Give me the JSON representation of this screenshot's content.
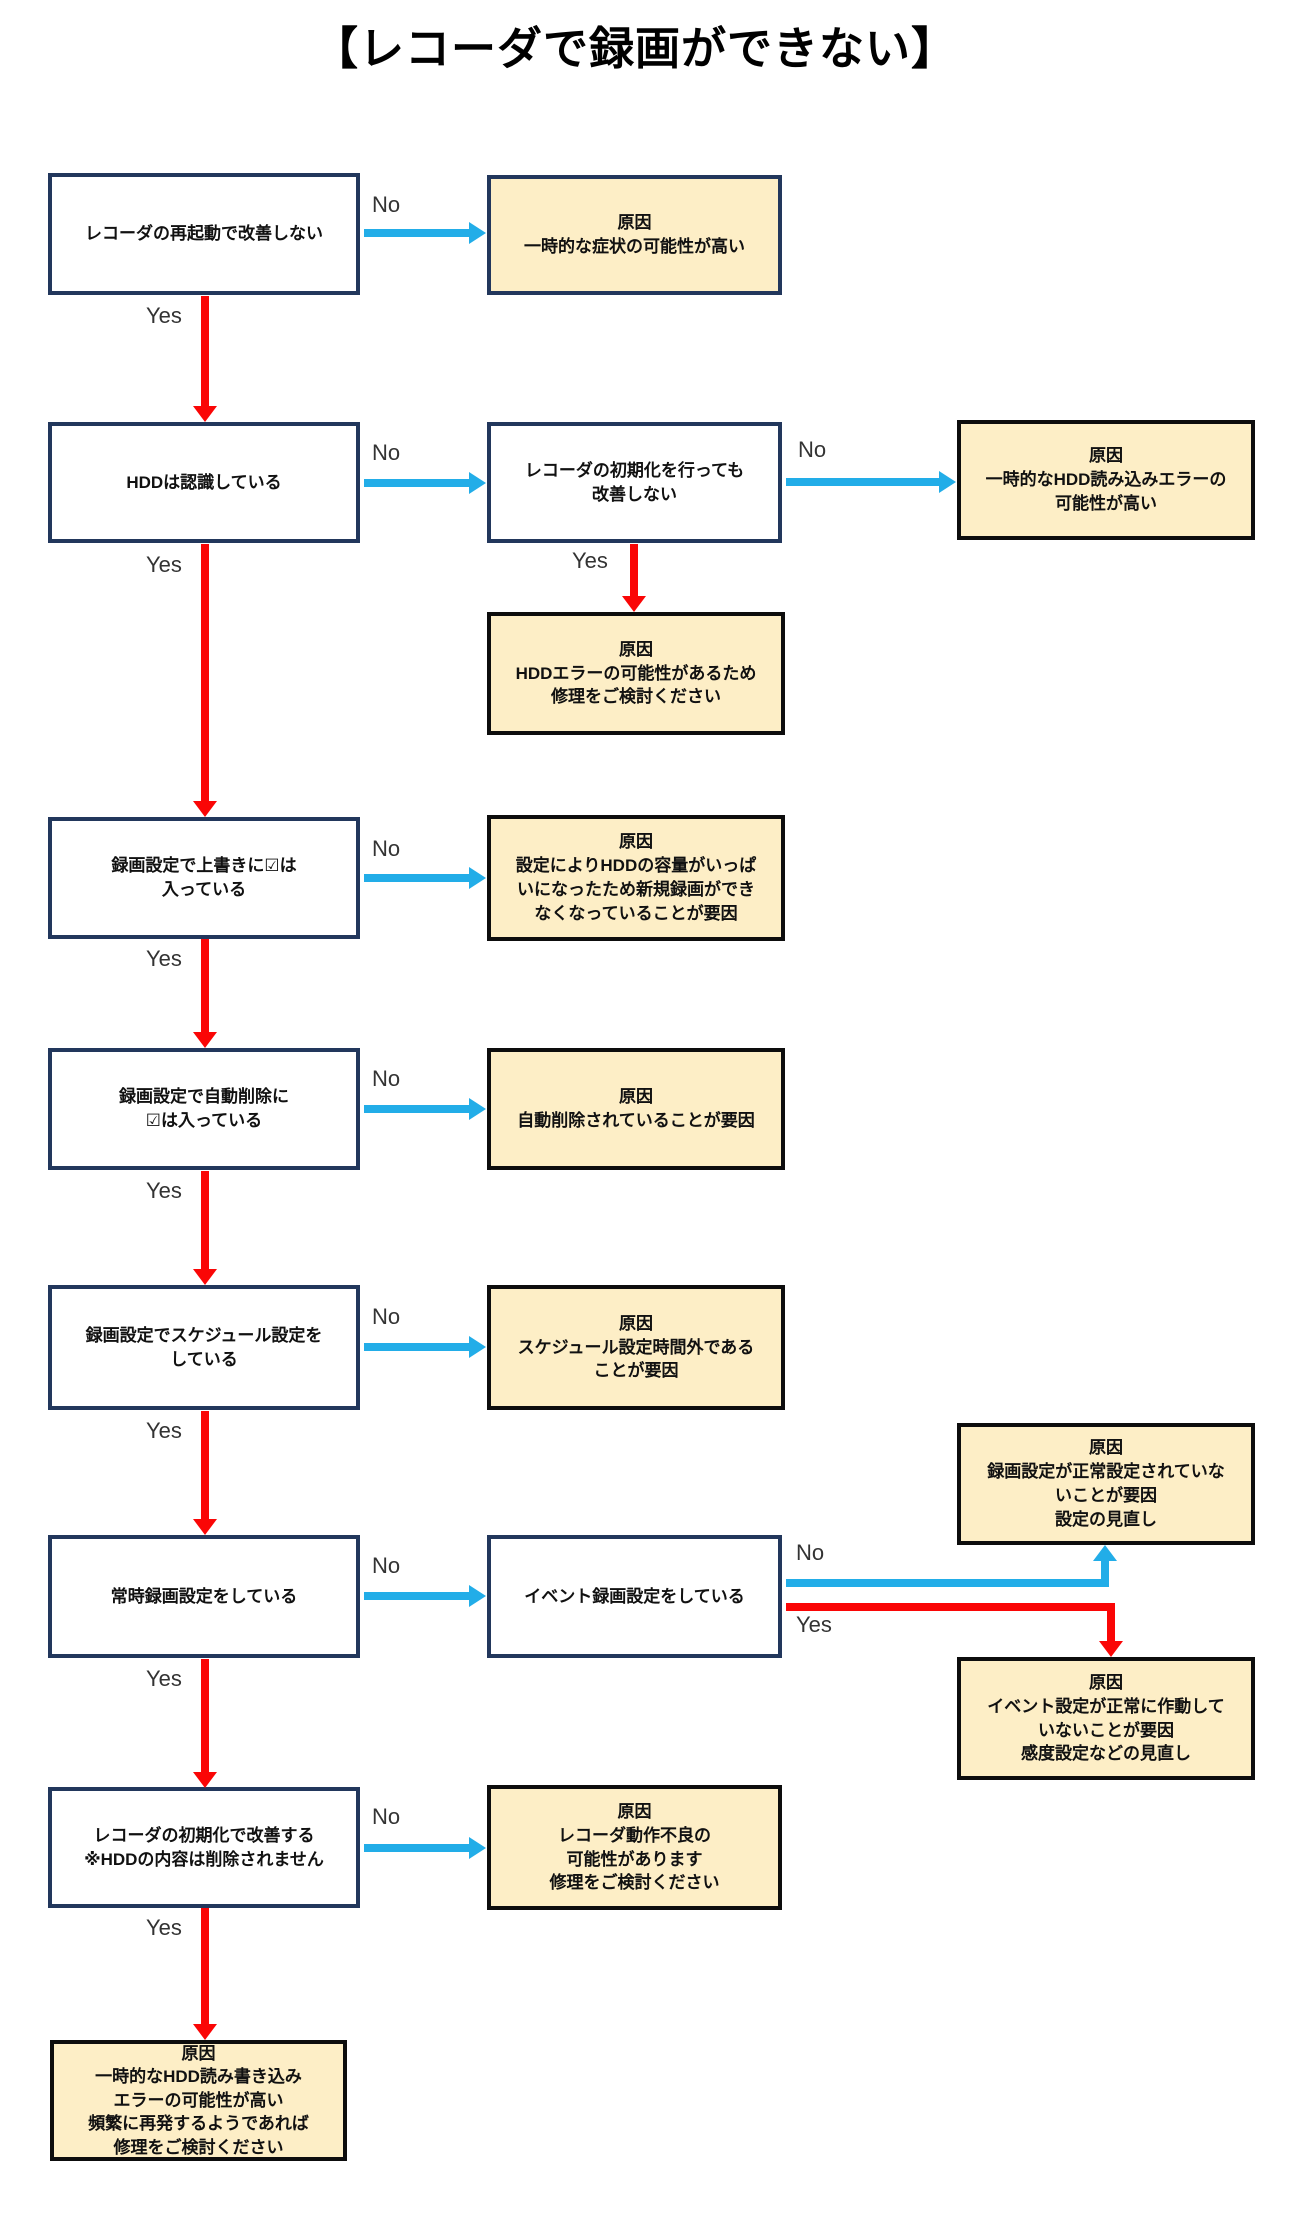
{
  "title": "【レコーダで録画ができない】",
  "labels": {
    "yes": "Yes",
    "no": "No"
  },
  "colors": {
    "question_border": "#22375c",
    "cause_fill": "#fdeec6",
    "cause_border": "#0d0d0d",
    "yes_arrow": "#fa0606",
    "no_arrow": "#22ade8"
  },
  "nodes": {
    "q1": {
      "lines": [
        "レコーダの再起動で改善しない"
      ]
    },
    "c1": {
      "lines": [
        "原因",
        "一時的な症状の可能性が高い"
      ]
    },
    "q2": {
      "lines": [
        "HDDは認識している"
      ]
    },
    "q2b": {
      "lines": [
        "レコーダの初期化を行っても",
        "改善しない"
      ]
    },
    "c2": {
      "lines": [
        "原因",
        "一時的なHDD読み込みエラーの",
        "可能性が高い"
      ]
    },
    "c2b": {
      "lines": [
        "原因",
        "HDDエラーの可能性があるため",
        "修理をご検討ください"
      ]
    },
    "q3": {
      "lines": [
        "録画設定で上書きに☑は",
        "入っている"
      ]
    },
    "c3": {
      "lines": [
        "原因",
        "設定によりHDDの容量がいっぱ",
        "いになったため新規録画ができ",
        "なくなっていることが要因"
      ]
    },
    "q4": {
      "lines": [
        "録画設定で自動削除に",
        "☑は入っている"
      ]
    },
    "c4": {
      "lines": [
        "原因",
        "自動削除されていることが要因"
      ]
    },
    "q5": {
      "lines": [
        "録画設定でスケジュール設定を",
        "している"
      ]
    },
    "c5": {
      "lines": [
        "原因",
        "スケジュール設定時間外である",
        "ことが要因"
      ]
    },
    "q6": {
      "lines": [
        "常時録画設定をしている"
      ]
    },
    "q6b": {
      "lines": [
        "イベント録画設定をしている"
      ]
    },
    "c6a": {
      "lines": [
        "原因",
        "録画設定が正常設定されていな",
        "いことが要因",
        "設定の見直し"
      ]
    },
    "c6b": {
      "lines": [
        "原因",
        "イベント設定が正常に作動して",
        "いないことが要因",
        "感度設定などの見直し"
      ]
    },
    "q7": {
      "lines": [
        "レコーダの初期化で改善する",
        "※HDDの内容は削除されません"
      ]
    },
    "c7": {
      "lines": [
        "原因",
        "レコーダ動作不良の",
        "可能性があります",
        "修理をご検討ください"
      ]
    },
    "c8": {
      "lines": [
        "原因",
        "一時的なHDD読み書き込み",
        "エラーの可能性が高い",
        "頻繁に再発するようであれば",
        "修理をご検討ください"
      ]
    }
  }
}
